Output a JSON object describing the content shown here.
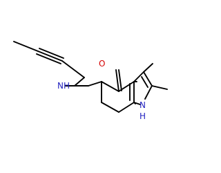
{
  "molecule": {
    "atoms": {
      "oxygen": "O",
      "amine_nh": "NH",
      "ring_n": "N",
      "ring_h": "H"
    },
    "colors": {
      "bond": "#000000",
      "oxygen": "#d40000",
      "nitrogen": "#1f1fbf",
      "background": "#ffffff"
    }
  }
}
